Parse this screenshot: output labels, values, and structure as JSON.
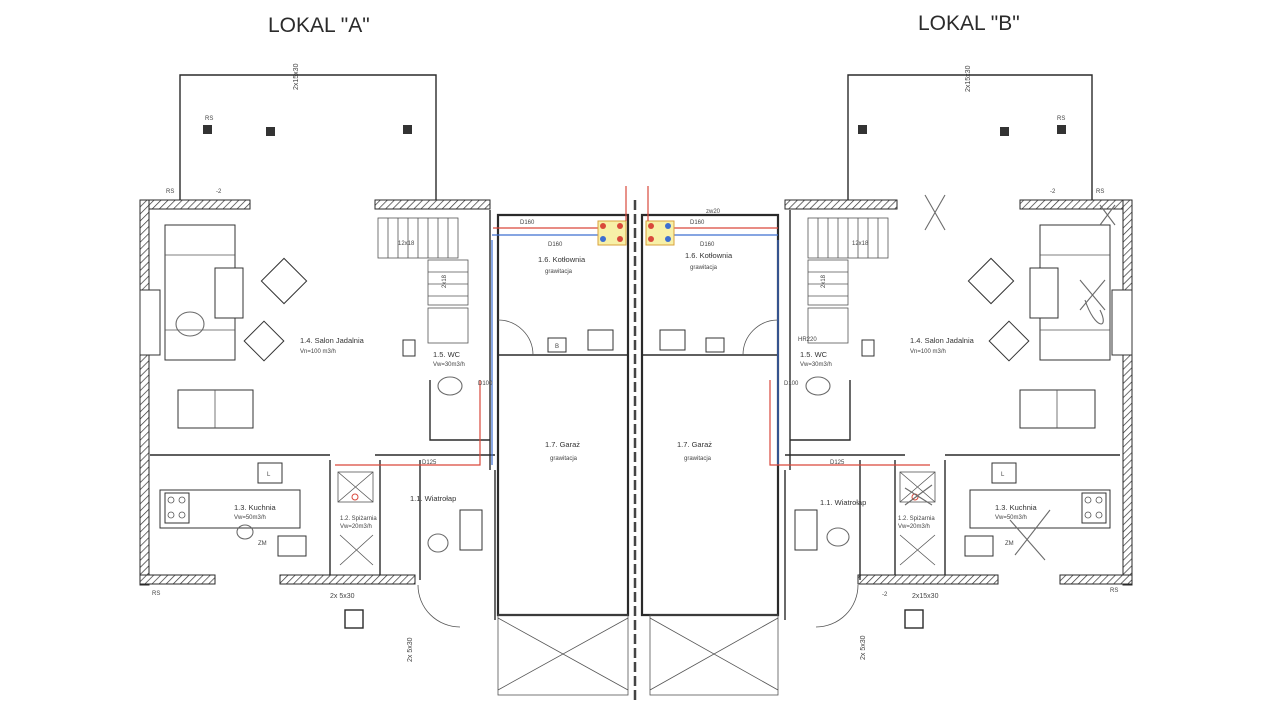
{
  "titles": {
    "left": "LOKAL \"A\"",
    "right": "LOKAL \"B\""
  },
  "rooms": {
    "a_salon": "1.4. Salon Jadalnia",
    "a_salon_flow": "Vn=100 m3/h",
    "a_wc": "1.5. WC",
    "a_wc_flow": "Vw=30m3/h",
    "a_kotlownia": "1.6. Kotłownia",
    "a_kotlownia_vent": "grawitacja",
    "a_garaz": "1.7. Garaż",
    "a_garaz_vent": "grawitacja",
    "a_kuchnia": "1.3. Kuchnia",
    "a_kuchnia_flow": "Vw=50m3/h",
    "a_spizarnia": "1.2. Spiżarnia",
    "a_spizarnia_flow": "Vw=20m3/h",
    "a_wiatrolap": "1.1. Wiatrołap",
    "b_salon": "1.4. Salon Jadalnia",
    "b_salon_flow": "Vn=100 m3/h",
    "b_wc": "1.5. WC",
    "b_wc_flow": "Vw=30m3/h",
    "b_kotlownia": "1.6. Kotłownia",
    "b_kotlownia_vent": "grawitacja",
    "b_garaz": "1.7. Garaż",
    "b_garaz_vent": "grawitacja",
    "b_kuchnia": "1.3. Kuchnia",
    "b_kuchnia_flow": "Vw=50m3/h",
    "b_spizarnia": "1.2. Spiżarnia",
    "b_spizarnia_flow": "Vw=20m3/h",
    "b_wiatrolap": "1.1. Wiatrołap"
  },
  "markers": {
    "rs": "RS",
    "minus2": "-2",
    "zm": "ZM",
    "l": "L",
    "b": "B",
    "stair_12x18": "12x18",
    "stair_2x18": "2x18",
    "duct_d160": "D160",
    "duct_d125": "D125",
    "duct_d100": "D100",
    "hr220": "HR220",
    "zw20": "zw20",
    "dim_2x15x30": "2x15x30",
    "dim_2x5x30": "2x 5x30"
  }
}
